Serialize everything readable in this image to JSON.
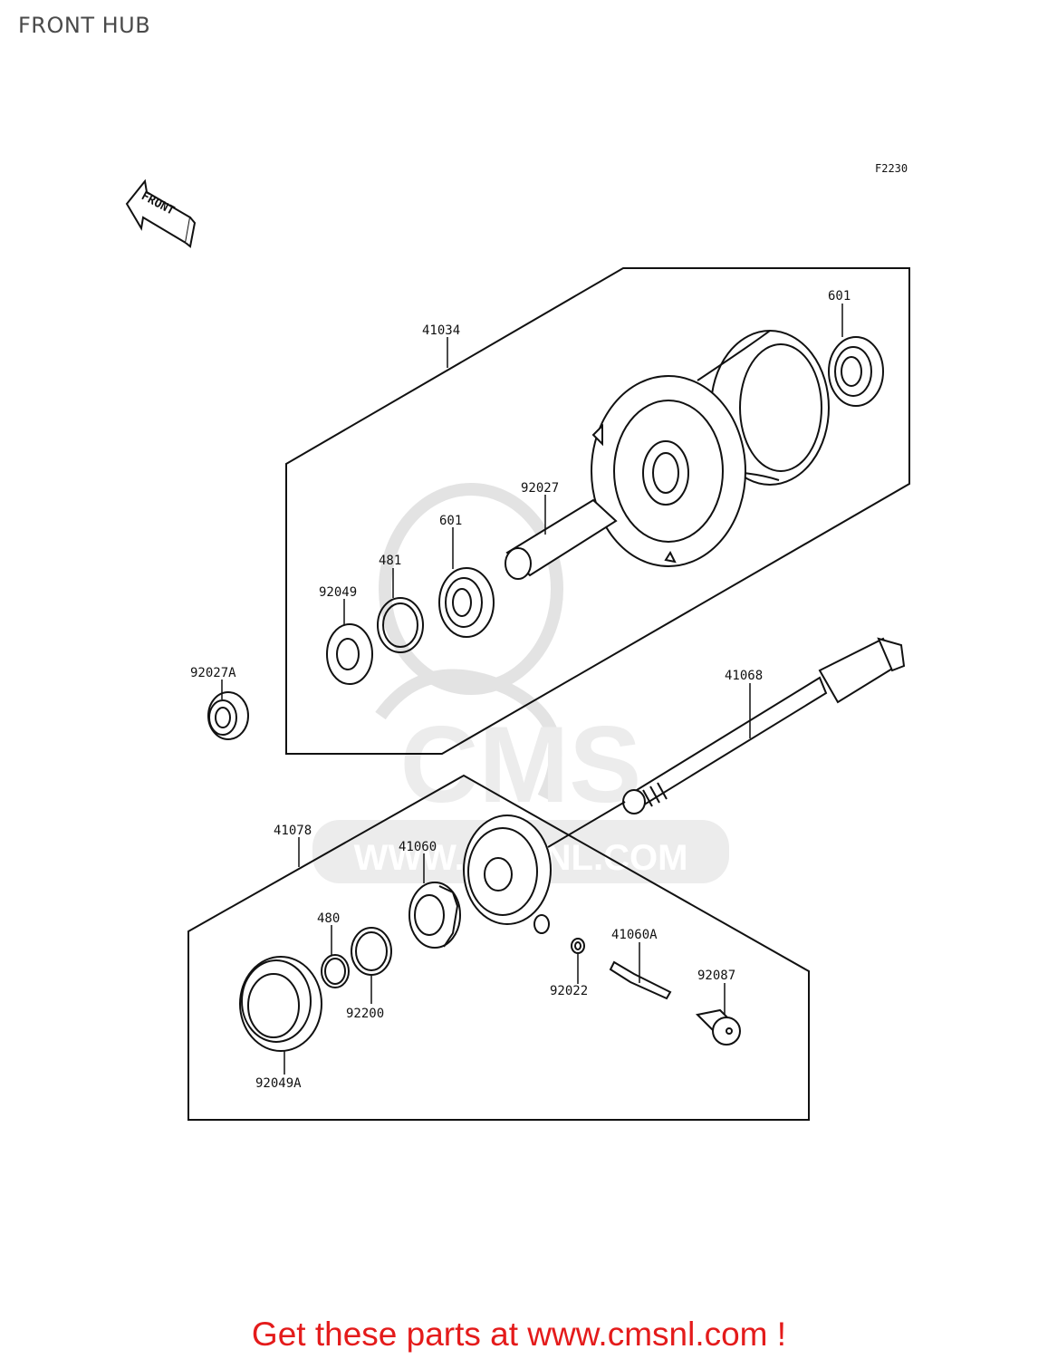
{
  "page": {
    "title": "FRONT HUB",
    "figure_code": "F2230"
  },
  "front_arrow": {
    "label": "FRONT"
  },
  "parts": {
    "p41034": "41034",
    "p601_a": "601",
    "p92027": "92027",
    "p601_b": "601",
    "p481": "481",
    "p92049": "92049",
    "p92027A": "92027A",
    "p41068": "41068",
    "p41078": "41078",
    "p41060": "41060",
    "p480": "480",
    "p41060A": "41060A",
    "p92022": "92022",
    "p92087": "92087",
    "p92200": "92200",
    "p92049A": "92049A"
  },
  "watermark": {
    "text": "CMS",
    "url_text": "WWW.CMSNL.COM"
  },
  "footer": {
    "cta": "Get these parts at www.cmsnl.com !"
  },
  "colors": {
    "cta": "#e41b1b",
    "line": "#111111",
    "watermark": "#e6e6e6"
  }
}
